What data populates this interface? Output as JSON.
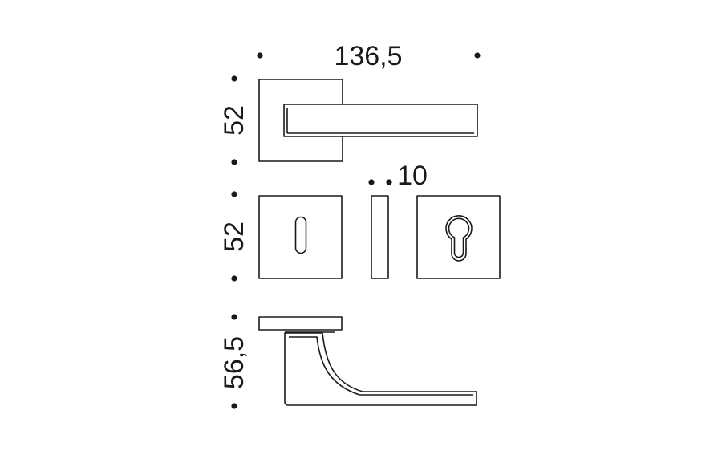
{
  "dimensions": {
    "total_width": "136,5",
    "rose_height": "52",
    "escutcheon_height": "52",
    "profile_thickness": "10",
    "handle_projection": "56,5"
  }
}
